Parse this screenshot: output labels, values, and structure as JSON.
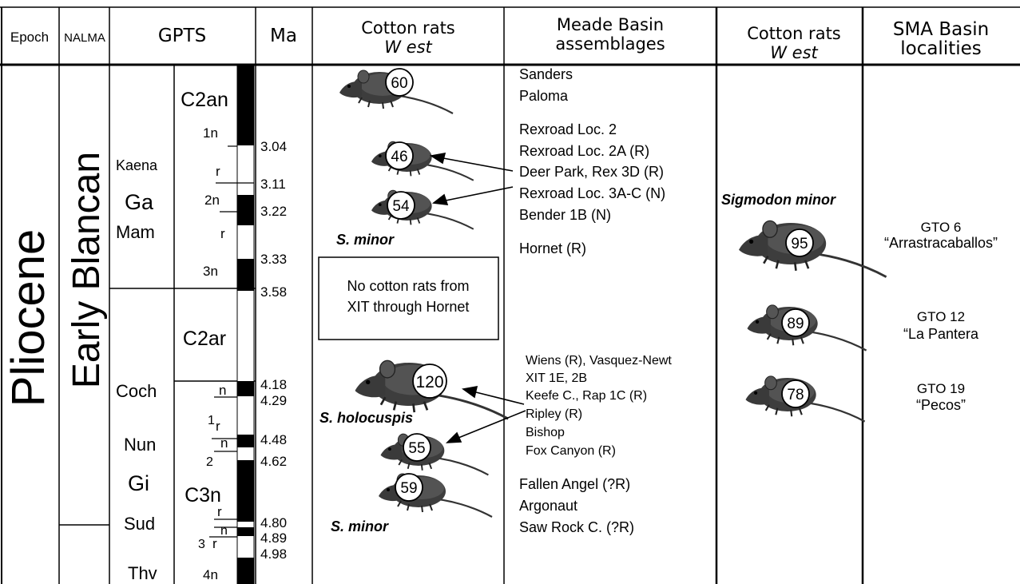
{
  "headers": {
    "epoch": "Epoch",
    "nalma": "NALMA",
    "gpts": "GPTS",
    "ma": "Ma",
    "cotton_west_1": "Cotton rats",
    "cotton_west_2": "W est",
    "meade_1": "Meade Basin",
    "meade_2": "assemblages",
    "cotton_west_b_1": "Cotton rats",
    "cotton_west_b_2": "W est",
    "sma_1": "SMA Basin",
    "sma_2": "localities"
  },
  "epoch": "Pliocene",
  "nalma": "Early Blancan",
  "chrons": [
    "C2an",
    "C2ar",
    "C3n"
  ],
  "subchrons": [
    "Kaena",
    "Ga",
    "Mam",
    "Coch",
    "Nun",
    "Gi",
    "Sud",
    "Thv"
  ],
  "polarity_labels": [
    "1n",
    "r",
    "2n",
    "r",
    "3n",
    "n",
    "1",
    "r",
    "n",
    "2",
    "r",
    "n",
    "3",
    "r",
    "4n"
  ],
  "ma_values": [
    "3.04",
    "3.11",
    "3.22",
    "3.33",
    "3.58",
    "4.18",
    "4.29",
    "4.48",
    "4.62",
    "4.80",
    "4.89",
    "4.98"
  ],
  "west_rats": [
    {
      "label": "60"
    },
    {
      "label": "46"
    },
    {
      "label": "54"
    },
    {
      "label": "120"
    },
    {
      "label": "55"
    },
    {
      "label": "59"
    }
  ],
  "west_species": [
    "S. minor",
    "S. holocuspis",
    "S. minor"
  ],
  "no_rats_note": [
    "No cotton rats from",
    "XIT through Hornet"
  ],
  "meade_assemblages": [
    "Sanders",
    "Paloma",
    "Rexroad Loc. 2",
    "Rexroad Loc. 2A (R)",
    "Deer Park, Rex 3D (R)",
    "Rexroad Loc. 3A-C (N)",
    "Bender 1B (N)",
    "Hornet (R)",
    "Wiens (R), Vasquez-Newt",
    "XIT 1E, 2B",
    "Keefe C., Rap 1C (R)",
    "Ripley (R)",
    "Bishop",
    "Fox Canyon (R)",
    "Fallen Angel (?R)",
    "Argonaut",
    "Saw Rock C. (?R)"
  ],
  "sma_species": "Sigmodon minor",
  "sma_rats": [
    {
      "label": "95"
    },
    {
      "label": "89"
    },
    {
      "label": "78"
    }
  ],
  "sma_localities": [
    {
      "line1": "GTO 6",
      "line2": "“Arrastracaballos”"
    },
    {
      "line1": "GTO 12",
      "line2": "“La Pantera"
    },
    {
      "line1": "GTO 19",
      "line2": "“Pecos”"
    }
  ]
}
